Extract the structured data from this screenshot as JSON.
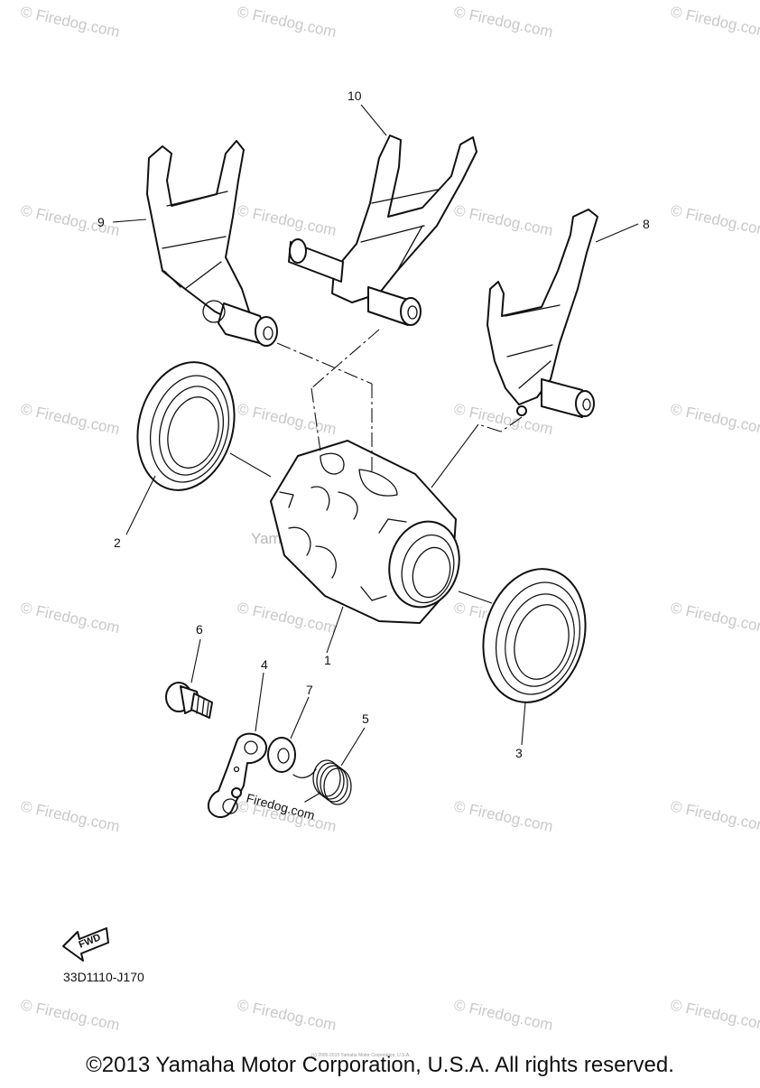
{
  "watermark": {
    "text": "Firedog.com",
    "symbol": "©"
  },
  "center_watermark": "Yamaha Motor Corp., U.S.A.",
  "inline_watermark": "Firedog.com",
  "callouts": [
    "1",
    "2",
    "3",
    "4",
    "5",
    "6",
    "7",
    "8",
    "9",
    "10"
  ],
  "fwd_label": "FWD",
  "diagram_code": "33D1110-J170",
  "fine_print": "(c) 2005-2015 Yamaha Motor Corporation, U.S.A.",
  "copyright": "©2013 Yamaha Motor Corporation, U.S.A. All rights reserved."
}
